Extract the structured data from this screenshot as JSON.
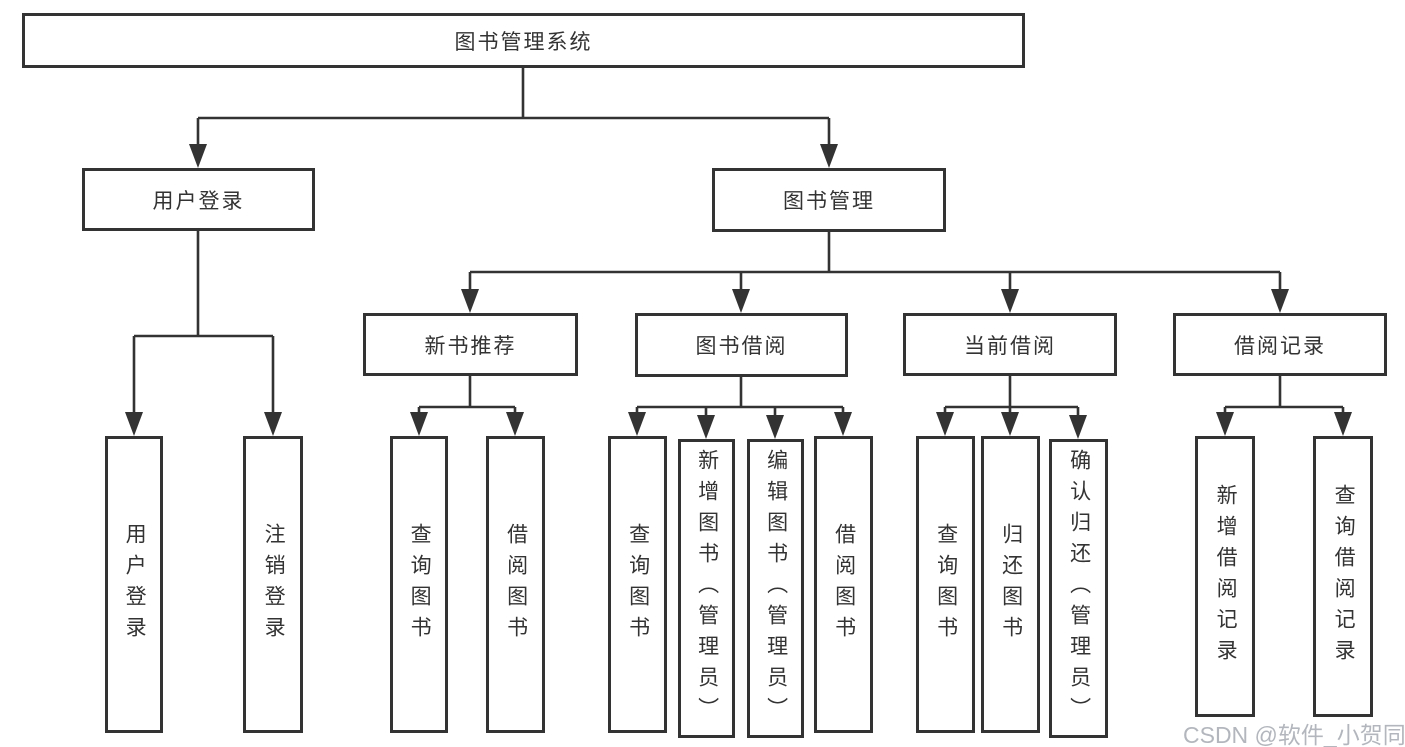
{
  "diagram": {
    "root": {
      "label": "图书管理系统"
    },
    "branches": [
      {
        "label": "用户登录",
        "children": [
          {
            "label": "用户登录"
          },
          {
            "label": "注销登录"
          }
        ]
      },
      {
        "label": "图书管理",
        "sections": [
          {
            "label": "新书推荐",
            "children": [
              {
                "label": "查询图书"
              },
              {
                "label": "借阅图书"
              }
            ]
          },
          {
            "label": "图书借阅",
            "children": [
              {
                "label": "查询图书"
              },
              {
                "label": "新增图书（管理员）"
              },
              {
                "label": "编辑图书（管理员）"
              },
              {
                "label": "借阅图书"
              }
            ]
          },
          {
            "label": "当前借阅",
            "children": [
              {
                "label": "查询图书"
              },
              {
                "label": "归还图书"
              },
              {
                "label": "确认归还（管理员）"
              }
            ]
          },
          {
            "label": "借阅记录",
            "children": [
              {
                "label": "新增借阅记录"
              },
              {
                "label": "查询借阅记录"
              }
            ]
          }
        ]
      }
    ]
  },
  "watermark": {
    "text": "CSDN @软件_小贺同学"
  },
  "colors": {
    "line": "#333333",
    "text": "#333333",
    "watermark": "#b3b7bd",
    "background": "#ffffff"
  }
}
